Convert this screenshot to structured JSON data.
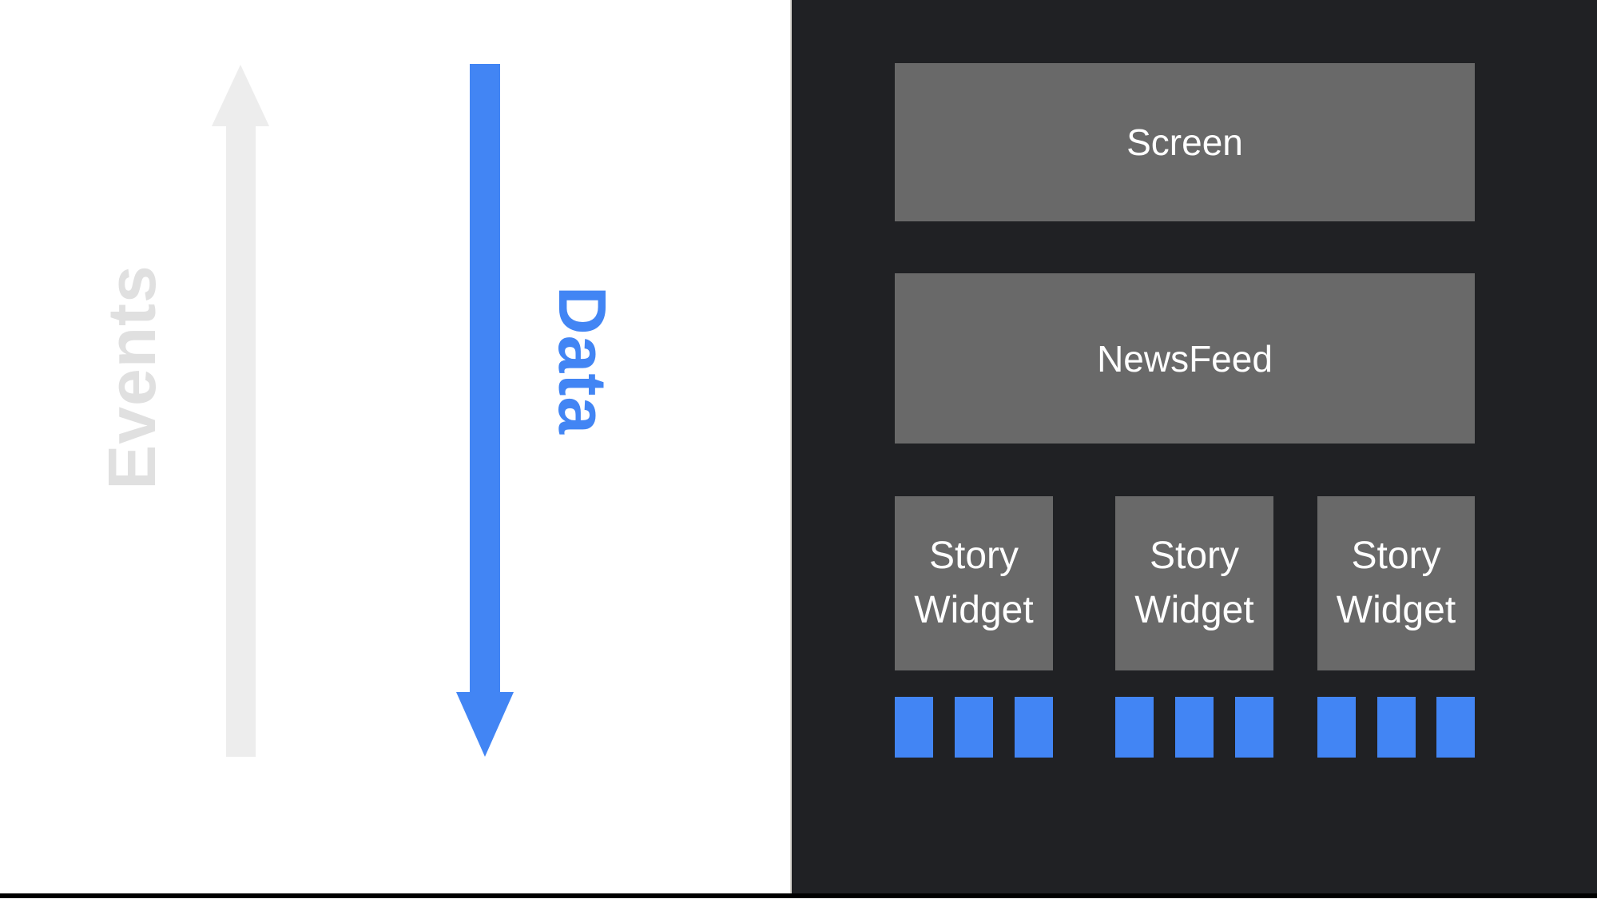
{
  "colors": {
    "accent_blue": "#4285f4",
    "panel_bg": "#202124",
    "box_gray": "#696969",
    "text_white": "#ffffff",
    "arrow_gray": "#ededed",
    "events_gray": "#e0e0e0",
    "seam_gray": "#dcd9d3",
    "divider_black": "#000000"
  },
  "flow": {
    "events_label": "Events",
    "data_label": "Data"
  },
  "panel": {
    "screen_label": "Screen",
    "newsfeed_label": "NewsFeed",
    "story_widgets": [
      {
        "label": "Story Widget",
        "square_count": 3
      },
      {
        "label": "Story Widget",
        "square_count": 3
      },
      {
        "label": "Story Widget",
        "square_count": 3
      }
    ]
  }
}
